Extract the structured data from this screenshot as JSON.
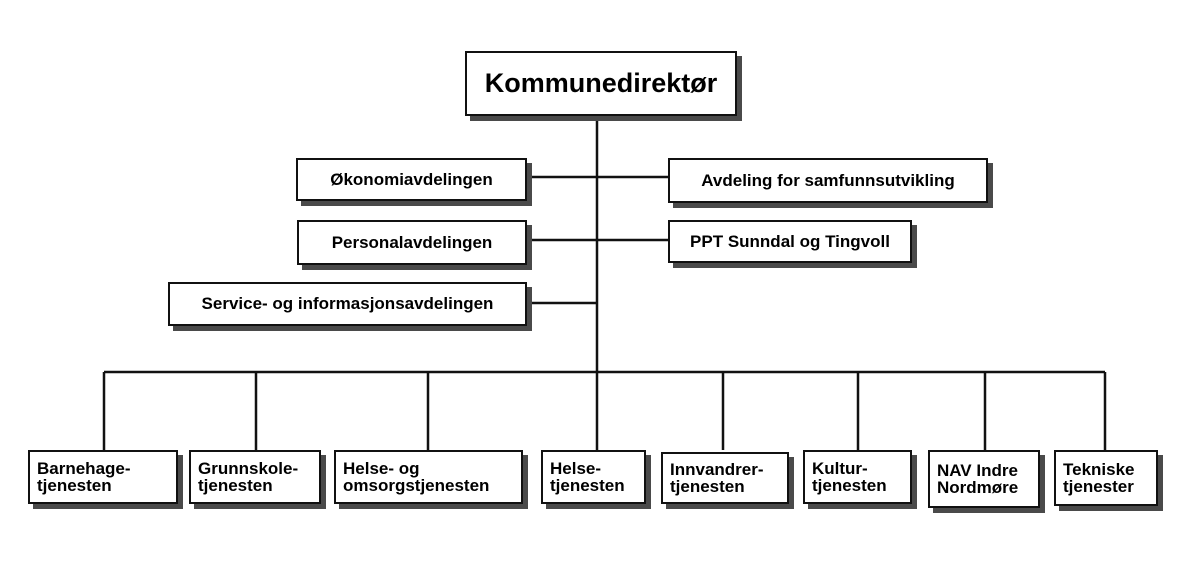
{
  "top_unit": {
    "label": "Kommunedirektør"
  },
  "staff_units": [
    {
      "label": "Økonomiavdelingen"
    },
    {
      "label": "Avdeling for samfunnsutvikling"
    },
    {
      "label": "Personalavdelingen"
    },
    {
      "label": "PPT Sunndal og Tingvoll"
    },
    {
      "label": "Service- og informasjonsavdelingen"
    }
  ],
  "services": [
    {
      "label": "Barnehage-\ntjenesten"
    },
    {
      "label": "Grunnskole-\ntjenesten"
    },
    {
      "label": "Helse- og\nomsorgstjenesten"
    },
    {
      "label": "Helse-\ntjenesten"
    },
    {
      "label": "Innvandrer-\ntjenesten"
    },
    {
      "label": "Kultur-\ntjenesten"
    },
    {
      "label": "NAV Indre\nNordmøre"
    },
    {
      "label": "Tekniske\ntjenester"
    }
  ],
  "colors": {
    "line": "#111111",
    "box_border": "#111111",
    "box_shadow": "#4a4a4a",
    "text": "#000000"
  }
}
